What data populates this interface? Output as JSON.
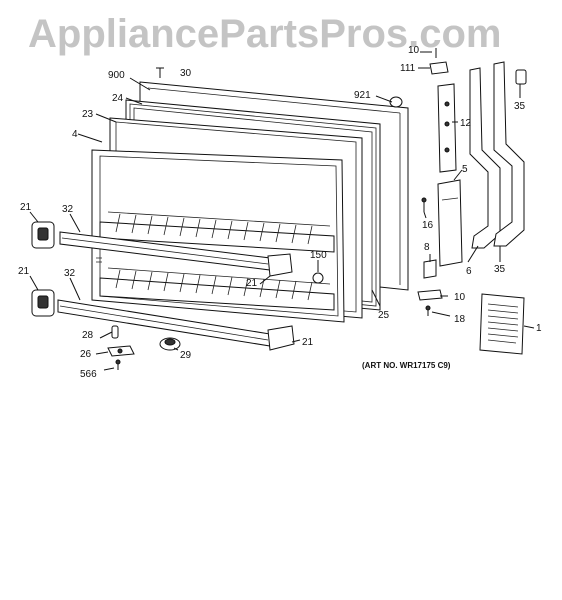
{
  "watermark": "AppliancePartsPros.com",
  "art_number": "(ART NO. WR17175 C9)",
  "callouts": [
    {
      "id": "c-900",
      "text": "900"
    },
    {
      "id": "c-30",
      "text": "30"
    },
    {
      "id": "c-10a",
      "text": "10"
    },
    {
      "id": "c-111",
      "text": "111"
    },
    {
      "id": "c-35a",
      "text": "35"
    },
    {
      "id": "c-921",
      "text": "921"
    },
    {
      "id": "c-24",
      "text": "24"
    },
    {
      "id": "c-23",
      "text": "23"
    },
    {
      "id": "c-12",
      "text": "12"
    },
    {
      "id": "c-4",
      "text": "4"
    },
    {
      "id": "c-5",
      "text": "5"
    },
    {
      "id": "c-21a",
      "text": "21"
    },
    {
      "id": "c-32a",
      "text": "32"
    },
    {
      "id": "c-16",
      "text": "16"
    },
    {
      "id": "c-8",
      "text": "8"
    },
    {
      "id": "c-150",
      "text": "150"
    },
    {
      "id": "c-21b",
      "text": "21"
    },
    {
      "id": "c-6",
      "text": "6"
    },
    {
      "id": "c-35b",
      "text": "35"
    },
    {
      "id": "c-21c",
      "text": "21"
    },
    {
      "id": "c-32b",
      "text": "32"
    },
    {
      "id": "c-10b",
      "text": "10"
    },
    {
      "id": "c-25",
      "text": "25"
    },
    {
      "id": "c-18",
      "text": "18"
    },
    {
      "id": "c-1",
      "text": "1"
    },
    {
      "id": "c-28",
      "text": "28"
    },
    {
      "id": "c-21d",
      "text": "21"
    },
    {
      "id": "c-26",
      "text": "26"
    },
    {
      "id": "c-29",
      "text": "29"
    },
    {
      "id": "c-566",
      "text": "566"
    }
  ]
}
